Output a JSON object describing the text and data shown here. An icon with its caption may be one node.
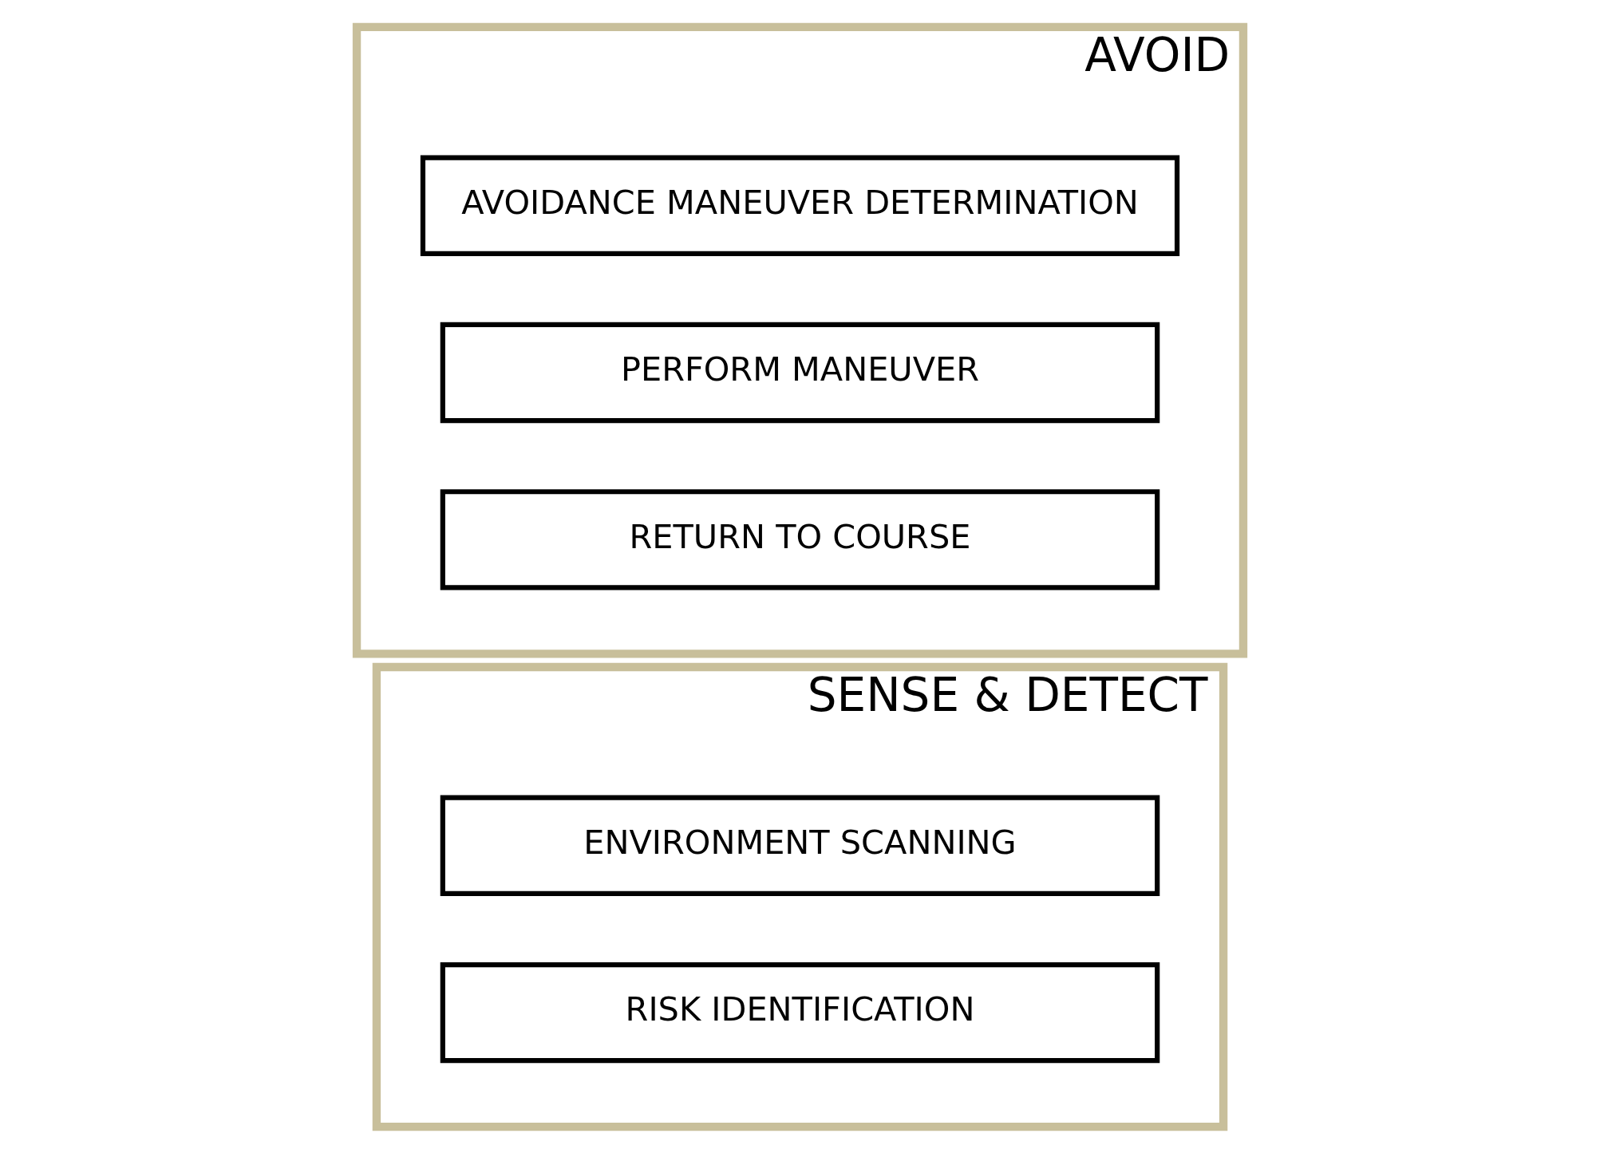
{
  "diagram": {
    "nodes": [
      {
        "text": [
          "SENSE & DETECT"
        ]
      },
      {
        "text": [
          "ENVIRONMENT SCANNING"
        ],
        "in": 0
      },
      {
        "text": [
          "RISK IDENTIFICATION"
        ],
        "in": 0
      },
      {
        "text": [
          "AVOID"
        ]
      },
      {
        "text": [
          "AVOIDANCE MANEUVER DETERMINATION"
        ],
        "in": 3
      },
      {
        "text": [
          "PERFORM MANEUVER"
        ],
        "in": 3
      },
      {
        "text": [
          "RETURN TO COURSE"
        ],
        "in": 3
      }
    ],
    "edges": []
  }
}
